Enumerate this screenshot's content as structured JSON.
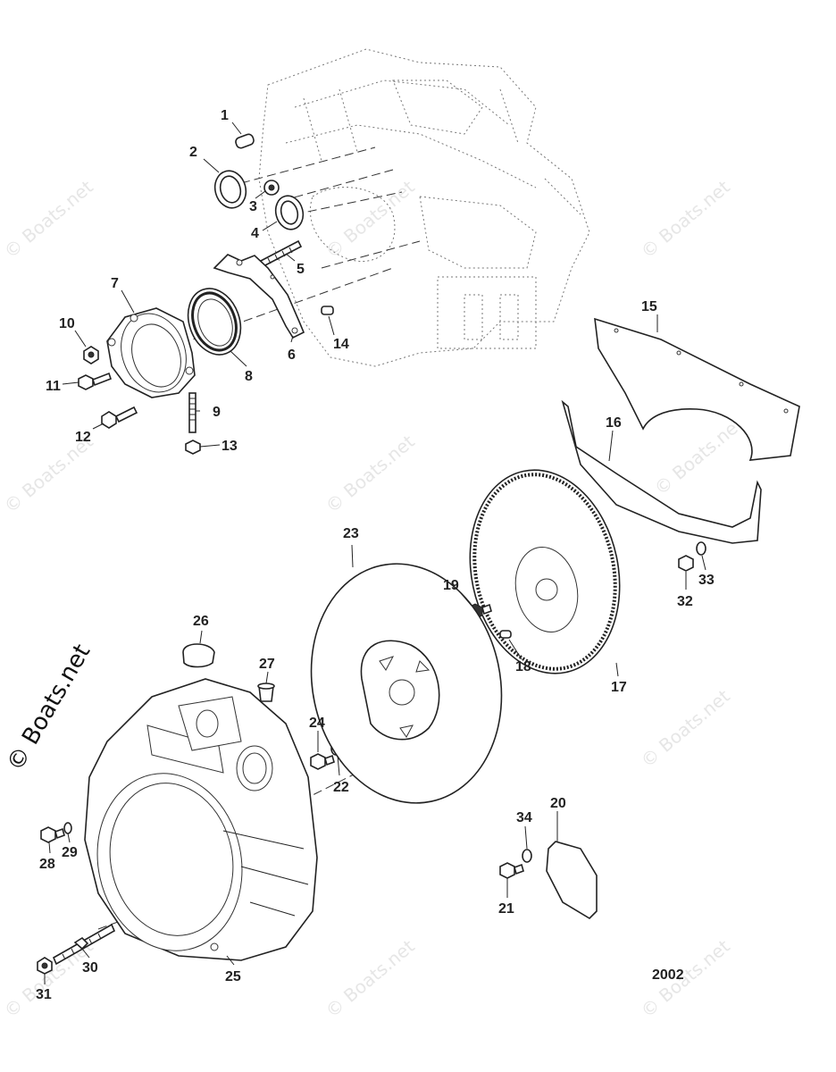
{
  "watermark": "© Boats.net",
  "copyright": "© Boats.net",
  "figure_number": "2002",
  "callouts": [
    "1",
    "2",
    "3",
    "4",
    "5",
    "6",
    "7",
    "8",
    "9",
    "10",
    "11",
    "12",
    "13",
    "14",
    "15",
    "16",
    "17",
    "18",
    "19",
    "20",
    "21",
    "22",
    "23",
    "24",
    "25",
    "26",
    "27",
    "28",
    "29",
    "30",
    "31",
    "32",
    "33",
    "34"
  ]
}
